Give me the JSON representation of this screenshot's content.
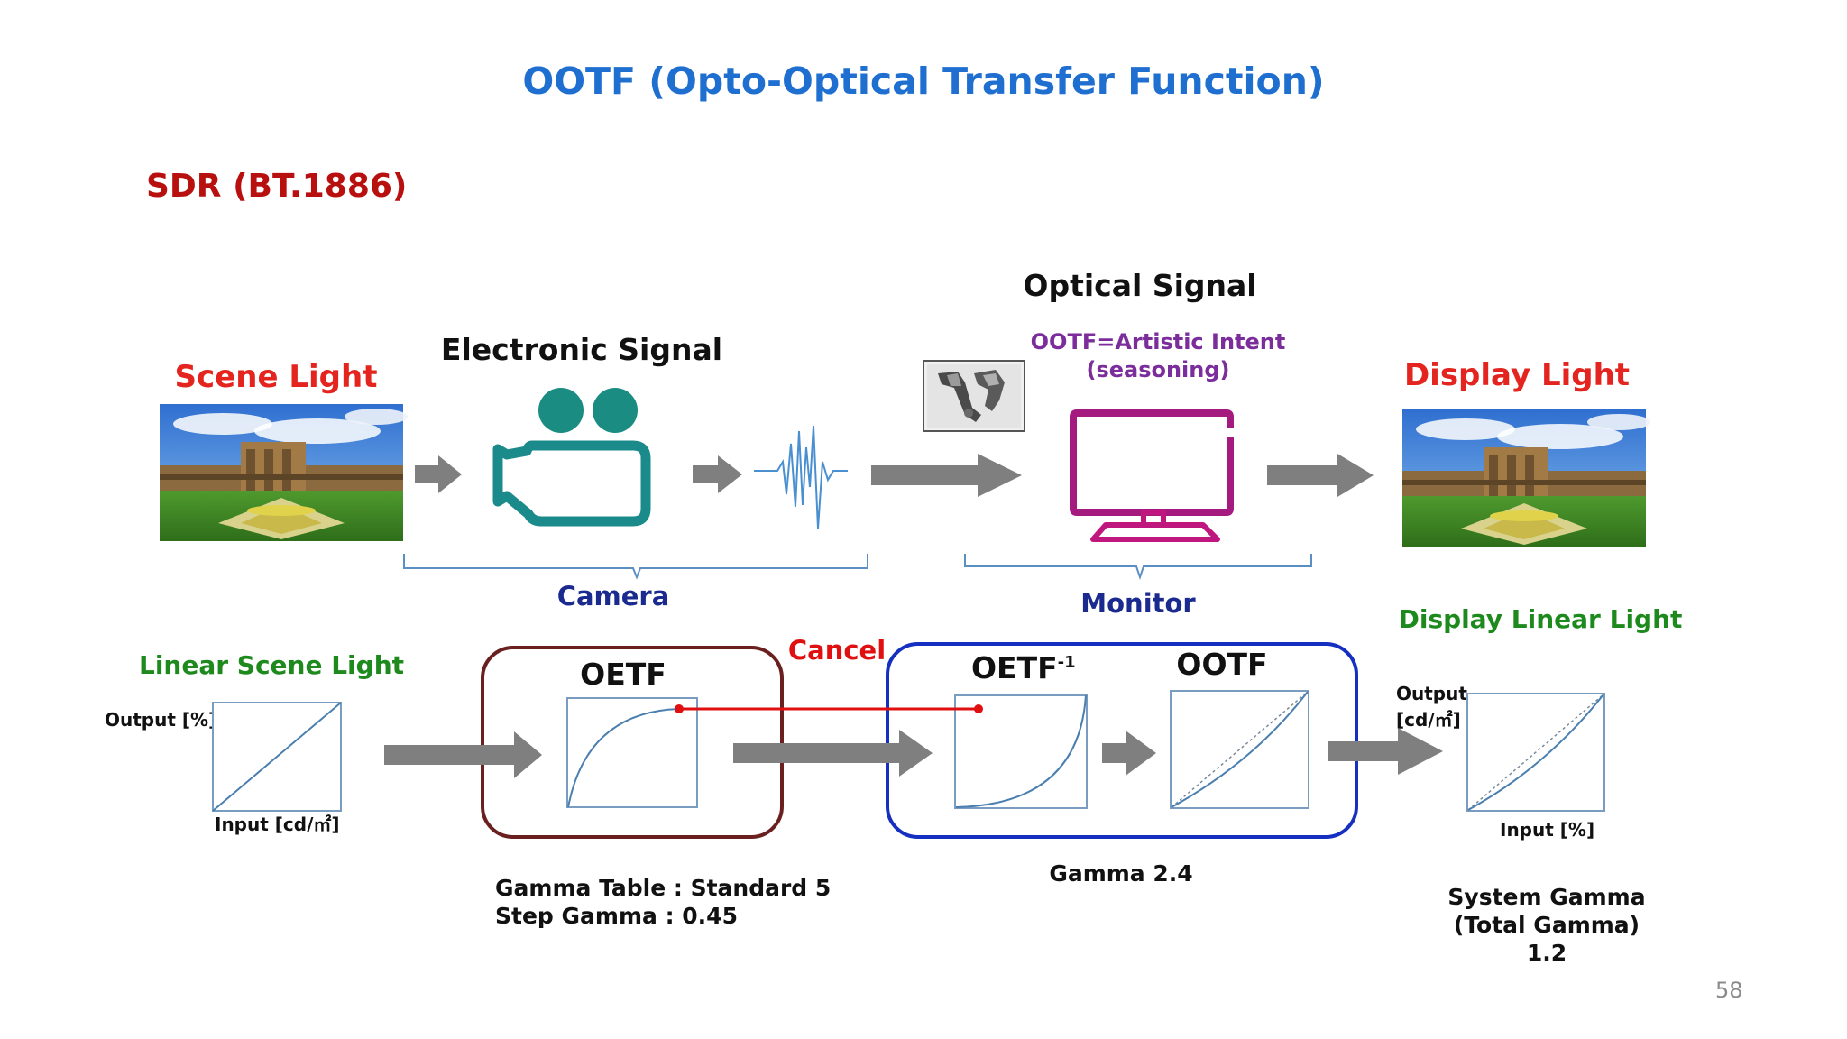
{
  "title": "OOTF (Opto-Optical Transfer Function)",
  "subtitle": "SDR (BT.1886)",
  "top_row": {
    "scene_light": "Scene Light",
    "electronic_signal": "Electronic Signal",
    "optical_signal": "Optical Signal",
    "ootf_intent_line1": "OOTF=Artistic Intent",
    "ootf_intent_line2": "(seasoning)",
    "display_light": "Display Light",
    "camera": "Camera",
    "monitor": "Monitor"
  },
  "bottom_row": {
    "linear_scene_light": "Linear Scene Light",
    "output_percent": "Output [%]",
    "input_cd": "Input [cd/㎡]",
    "oetf": "OETF",
    "cancel": "Cancel",
    "oetf_inverse": "OETF",
    "oetf_inverse_sup": "-1",
    "ootf": "OOTF",
    "display_linear_light": "Display Linear Light",
    "output_cd_line1": "Output",
    "output_cd_line2": "[cd/㎡]",
    "input_percent": "Input [%]"
  },
  "notes": {
    "gamma_table": "Gamma Table : Standard 5",
    "step_gamma": "Step Gamma  : 0.45",
    "gamma_24": "Gamma 2.4",
    "system_gamma_line1": "System Gamma",
    "system_gamma_line2": "(Total Gamma)",
    "system_gamma_value": "1.2"
  },
  "page_number": "58",
  "colors": {
    "title": "#1f6fd1",
    "subtitle": "#b80f0f",
    "scene_display_label": "#e3241f",
    "camera_icon": "#1b8a8a",
    "camera_lens": "#1a8c82",
    "monitor_icon": "#c0177f",
    "purple_text": "#7b2d9c",
    "navy_text": "#1a2a8f",
    "green_text": "#1e8a1e",
    "oetf_box": "#6b2020",
    "monitor_box": "#1530c0",
    "cancel_line": "#e01010",
    "arrow": "#7f7f7f",
    "curve": "#4a7fb0",
    "brace": "#5b8fc4"
  },
  "icons": [
    "landscape-photo",
    "camera-icon",
    "waveform-icon",
    "wrench-icon",
    "monitor-icon"
  ]
}
